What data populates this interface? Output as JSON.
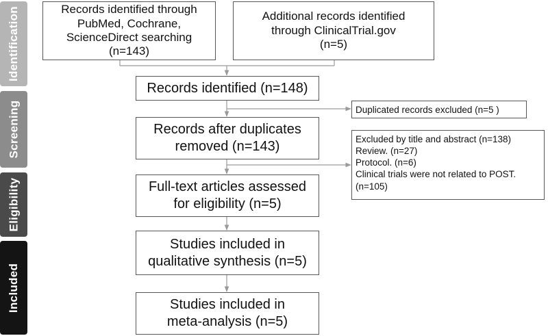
{
  "phases": {
    "identification": {
      "label": "Identification",
      "color": "#b5b5b5"
    },
    "screening": {
      "label": "Screening",
      "color": "#8c8c8c"
    },
    "eligibility": {
      "label": "Eligibility",
      "color": "#4a4a4a"
    },
    "included": {
      "label": "Included",
      "color": "#141414"
    }
  },
  "boxes": {
    "database_search": {
      "lines": [
        "Records identified through",
        "PubMed, Cochrane,",
        "ScienceDirect searching",
        "(n=143)"
      ]
    },
    "additional_records": {
      "lines": [
        "Additional records identified",
        "through ClinicalTrial.gov",
        "(n=5)"
      ]
    },
    "records_identified": {
      "lines": [
        "Records identified (n=148)"
      ]
    },
    "after_duplicates": {
      "lines": [
        "Records after duplicates",
        "removed (n=143)"
      ]
    },
    "full_text": {
      "lines": [
        "Full-text articles assessed",
        "for eligibility (n=5)"
      ]
    },
    "qualitative": {
      "lines": [
        "Studies included in",
        "qualitative synthesis (n=5)"
      ]
    },
    "meta_analysis": {
      "lines": [
        "Studies included in",
        "meta-analysis (n=5)"
      ]
    }
  },
  "exclusions": {
    "duplicates": {
      "lines": [
        "Duplicated records excluded (n=5 )"
      ]
    },
    "title_abstract": {
      "lines": [
        "Excluded by title and abstract (n=138)",
        "Review. (n=27)",
        "Protocol. (n=6)",
        "Clinical trials were not related to POST.",
        "(n=105)"
      ]
    }
  }
}
